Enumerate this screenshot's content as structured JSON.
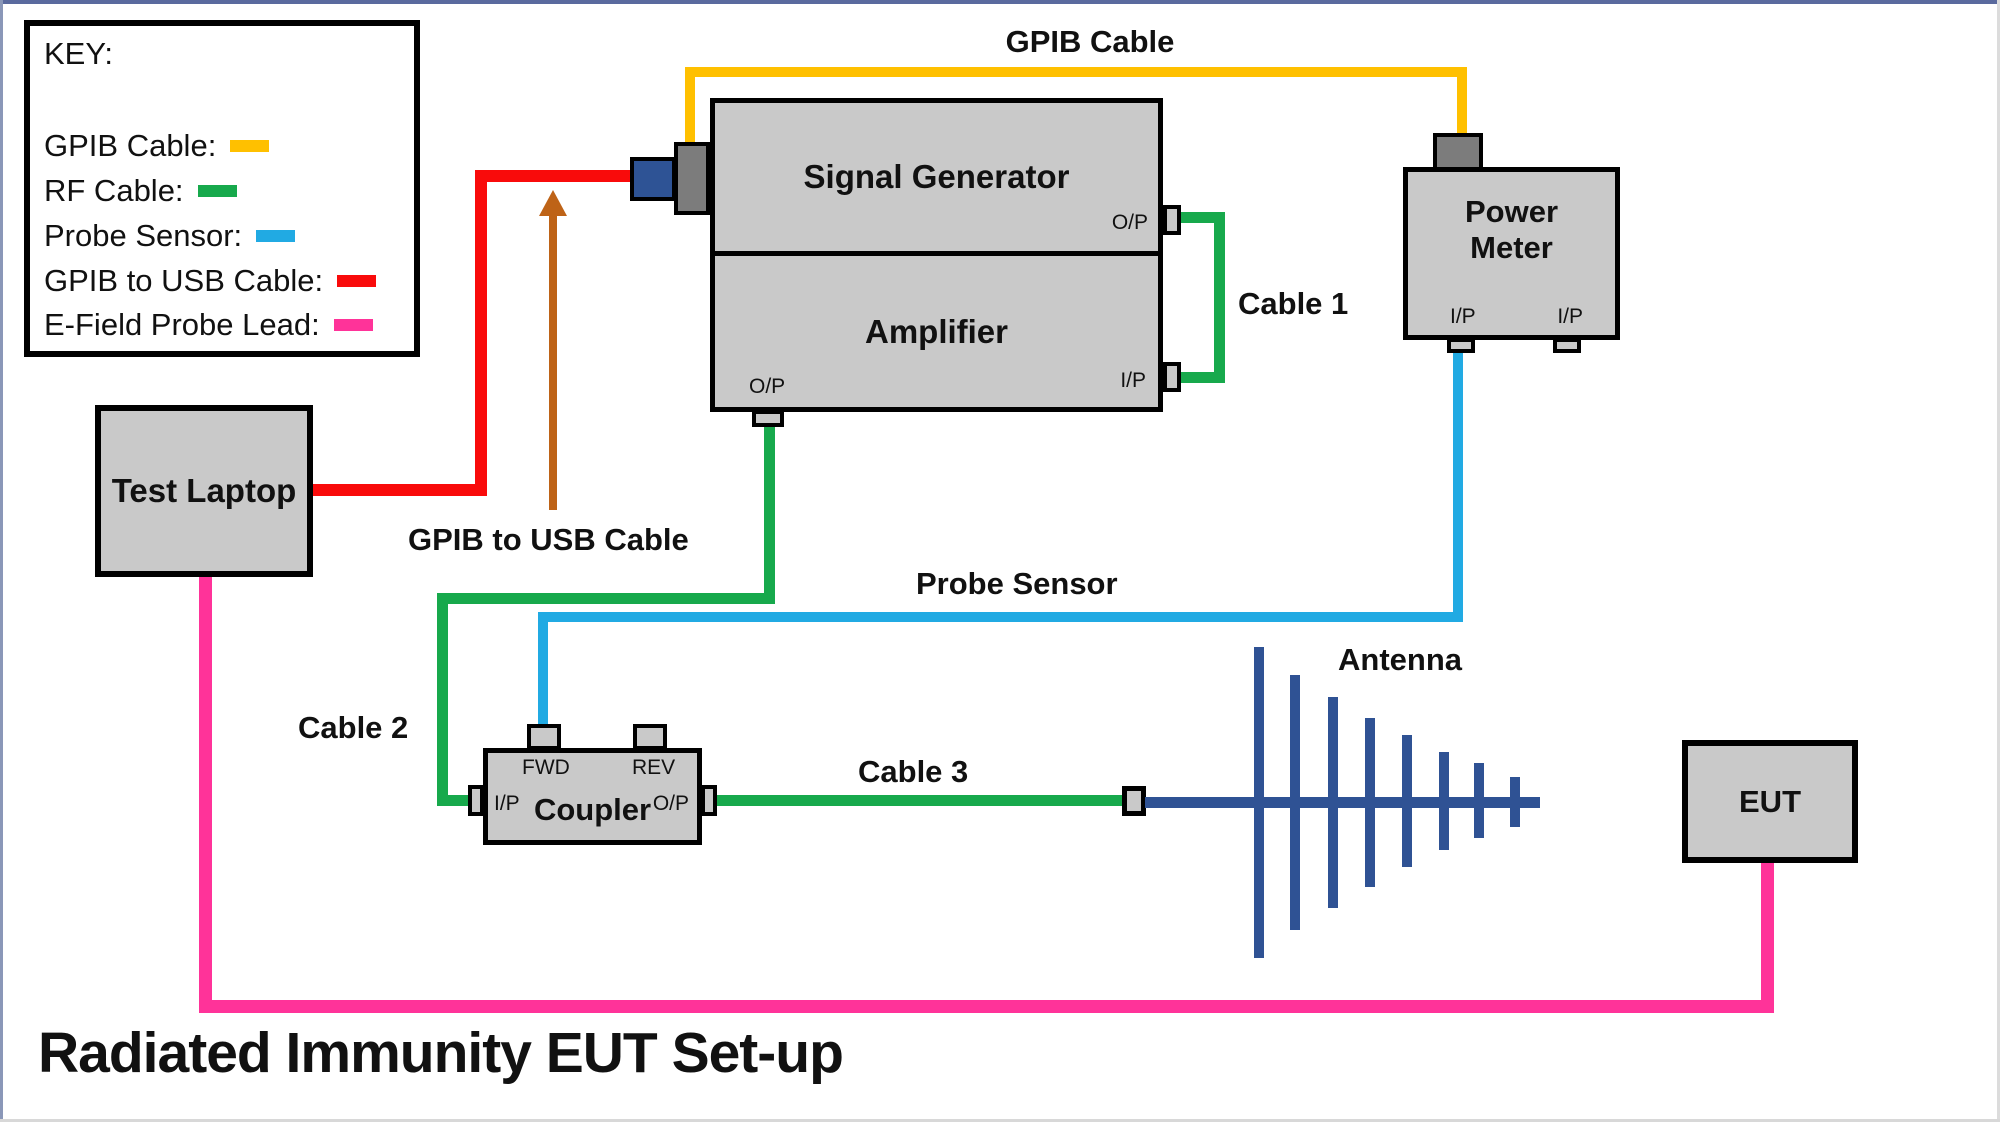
{
  "title": "Radiated Immunity EUT Set-up",
  "key": {
    "title": "KEY:",
    "items": [
      {
        "label": "GPIB Cable:",
        "color": "#ffc000"
      },
      {
        "label": "RF Cable:",
        "color": "#17a94c"
      },
      {
        "label": "Probe Sensor:",
        "color": "#21aae3"
      },
      {
        "label": "GPIB to USB Cable:",
        "color": "#f90b0b"
      },
      {
        "label": "E-Field Probe Lead:",
        "color": "#ff3399"
      }
    ]
  },
  "components": {
    "signal_generator": {
      "label": "Signal Generator",
      "output_port": "O/P"
    },
    "amplifier": {
      "label": "Amplifier",
      "input_port": "I/P",
      "output_port": "O/P"
    },
    "power_meter": {
      "label_line1": "Power",
      "label_line2": "Meter",
      "input_port_left": "I/P",
      "input_port_right": "I/P"
    },
    "test_laptop": {
      "label": "Test Laptop"
    },
    "coupler": {
      "label": "Coupler",
      "fwd_port": "FWD",
      "rev_port": "REV",
      "input_port": "I/P",
      "output_port": "O/P"
    },
    "antenna": {
      "label": "Antenna"
    },
    "eut": {
      "label": "EUT"
    }
  },
  "cables": {
    "gpib": {
      "label": "GPIB Cable",
      "color": "#ffc000"
    },
    "cable1": {
      "label": "Cable 1",
      "color": "#17a94c"
    },
    "cable2": {
      "label": "Cable 2",
      "color": "#17a94c"
    },
    "cable3": {
      "label": "Cable 3",
      "color": "#17a94c"
    },
    "probe_sensor": {
      "label": "Probe Sensor",
      "color": "#21aae3"
    },
    "gpib_to_usb": {
      "label": "GPIB to USB Cable",
      "color": "#f90b0b"
    },
    "e_field_probe": {
      "color": "#ff3399"
    }
  },
  "palette": {
    "box_fill": "#c9c9c9",
    "connector_dark_gray": "#7c7c7c",
    "usb_connector_blue": "#2e5395",
    "antenna_blue": "#2f5294",
    "arrow_brown": "#be6317"
  }
}
